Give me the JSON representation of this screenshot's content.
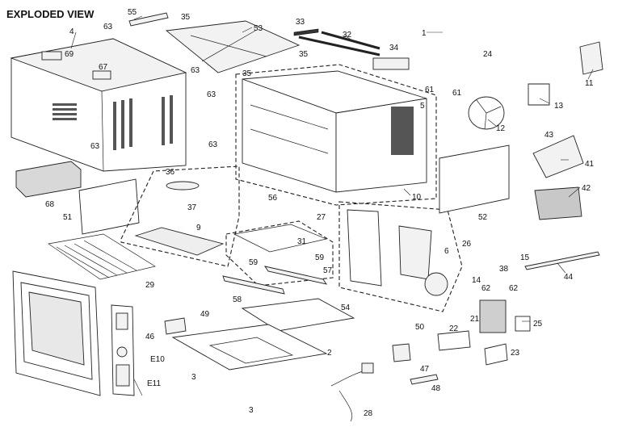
{
  "title": "EXPLODED VIEW",
  "parts": [
    "1",
    "2",
    "3",
    "3",
    "4",
    "5",
    "6",
    "9",
    "10",
    "11",
    "12",
    "13",
    "14",
    "15",
    "21",
    "22",
    "23",
    "24",
    "25",
    "26",
    "27",
    "28",
    "29",
    "31",
    "32",
    "33",
    "34",
    "35",
    "35",
    "35",
    "36",
    "37",
    "38",
    "41",
    "42",
    "43",
    "44",
    "46",
    "47",
    "48",
    "49",
    "50",
    "51",
    "52",
    "53",
    "54",
    "55",
    "56",
    "57",
    "58",
    "59",
    "59",
    "61",
    "61",
    "62",
    "62",
    "63",
    "63",
    "63",
    "63",
    "63",
    "67",
    "68",
    "69",
    "E10",
    "E11"
  ]
}
